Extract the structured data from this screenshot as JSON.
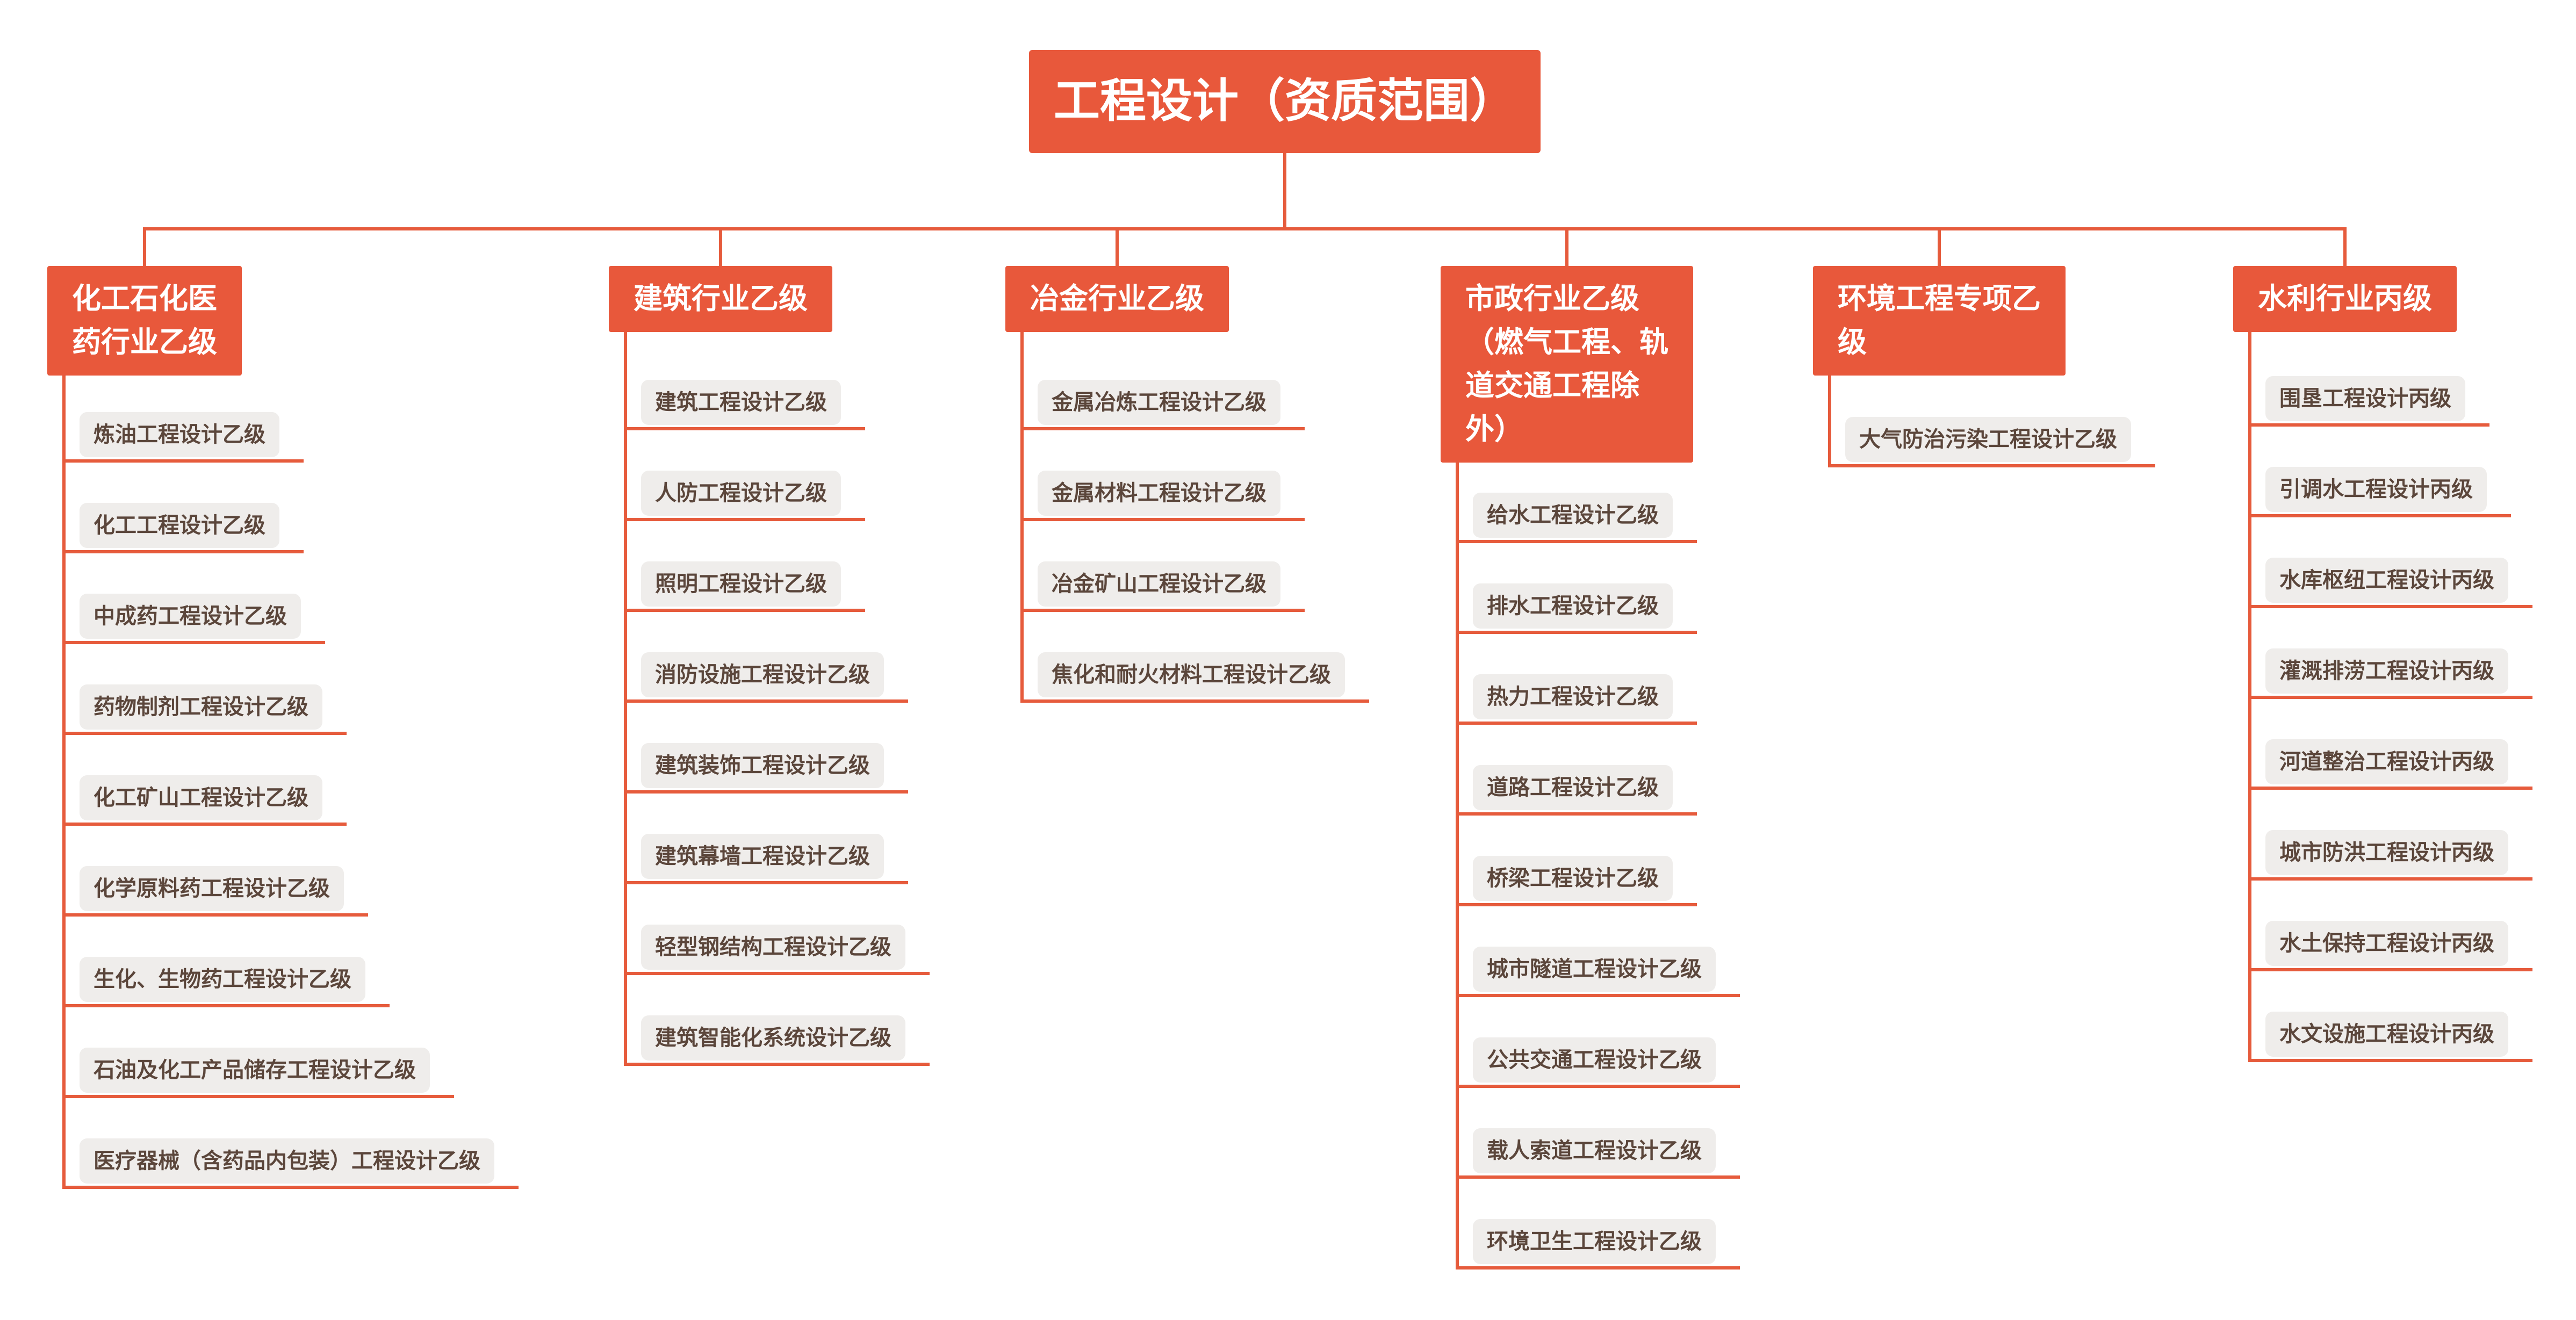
{
  "root": {
    "title": "工程设计（资质范围）"
  },
  "colors": {
    "node_fill": "#E8583B",
    "node_text": "#FFFFFF",
    "line": "#E65B3C",
    "item_bg": "#EFEDEB",
    "item_text": "#5B463B",
    "canvas_bg": "#FFFFFF"
  },
  "branches": [
    {
      "title": "化工石化医\n药行业乙级",
      "items": [
        "炼油工程设计乙级",
        "化工工程设计乙级",
        "中成药工程设计乙级",
        "药物制剂工程设计乙级",
        "化工矿山工程设计乙级",
        "化学原料药工程设计乙级",
        "生化、生物药工程设计乙级",
        "石油及化工产品储存工程设计乙级",
        "医疗器械（含药品内包装）工程设计乙级"
      ]
    },
    {
      "title": "建筑行业乙级",
      "items": [
        "建筑工程设计乙级",
        "人防工程设计乙级",
        "照明工程设计乙级",
        "消防设施工程设计乙级",
        "建筑装饰工程设计乙级",
        "建筑幕墙工程设计乙级",
        "轻型钢结构工程设计乙级",
        "建筑智能化系统设计乙级"
      ]
    },
    {
      "title": "冶金行业乙级",
      "items": [
        "金属冶炼工程设计乙级",
        "金属材料工程设计乙级",
        "冶金矿山工程设计乙级",
        "焦化和耐火材料工程设计乙级"
      ]
    },
    {
      "title": "市政行业乙级\n（燃气工程、轨\n道交通工程除\n外）",
      "items": [
        "给水工程设计乙级",
        "排水工程设计乙级",
        "热力工程设计乙级",
        "道路工程设计乙级",
        "桥梁工程设计乙级",
        "城市隧道工程设计乙级",
        "公共交通工程设计乙级",
        "载人索道工程设计乙级",
        "环境卫生工程设计乙级"
      ]
    },
    {
      "title": "环境工程专项乙\n级",
      "items": [
        "大气防治污染工程设计乙级"
      ]
    },
    {
      "title": "水利行业丙级",
      "items": [
        "围垦工程设计丙级",
        "引调水工程设计丙级",
        "水库枢纽工程设计丙级",
        "灌溉排涝工程设计丙级",
        "河道整治工程设计丙级",
        "城市防洪工程设计丙级",
        "水土保持工程设计丙级",
        "水文设施工程设计丙级"
      ]
    }
  ]
}
